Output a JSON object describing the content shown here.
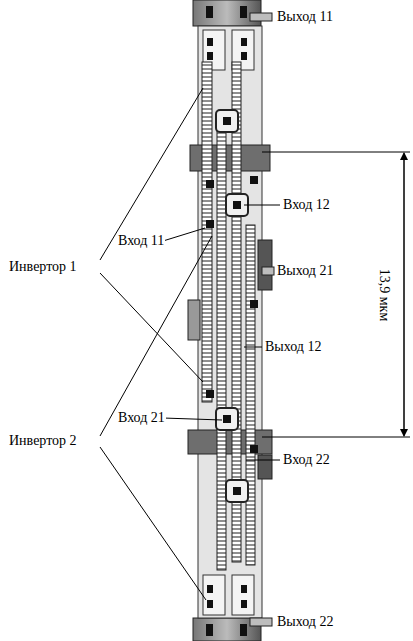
{
  "diagram": {
    "labels": [
      "Выход 11",
      "Вход 12",
      "Выход 21",
      "Выход 12",
      "Вход 11",
      "Инвертор 1",
      "Вход 21",
      "Инвертор 2",
      "Вход 22",
      "Выход 22",
      "13,9 мкм"
    ]
  }
}
